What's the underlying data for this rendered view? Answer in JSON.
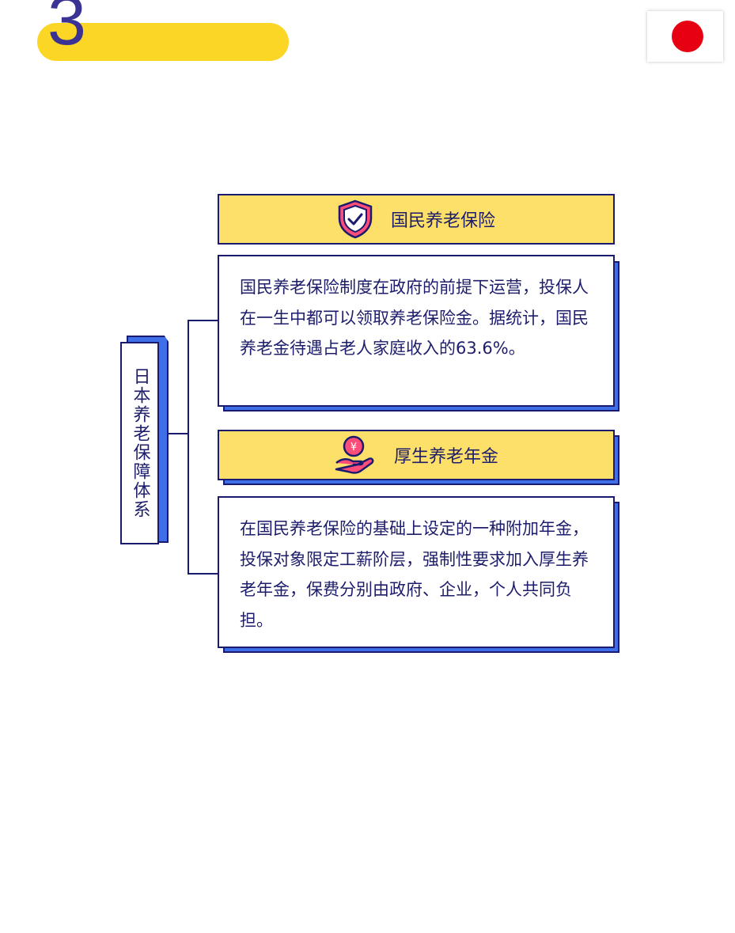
{
  "section": {
    "number": "3"
  },
  "flag": {
    "name": "japan-flag-icon",
    "disc_color": "#e60012"
  },
  "colors": {
    "navy": "#1a1a6e",
    "yellow": "#fde06a",
    "pill_yellow": "#fbd625",
    "blue_shadow": "#3f6fe8"
  },
  "root": {
    "label": "日本养老保障体系"
  },
  "branches": [
    {
      "title": "国民养老保险",
      "icon": "shield-check-icon",
      "text": "国民养老保险制度在政府的前提下运营，投保人在一生中都可以领取养老保险金。据统计，国民养老金待遇占老人家庭收入的63.6%。"
    },
    {
      "title": "厚生养老年金",
      "icon": "hand-yen-coin-icon",
      "text": "在国民养老保险的基础上设定的一种附加年金，投保对象限定工薪阶层，强制性要求加入厚生养老年金，保费分别由政府、企业，个人共同负担。"
    }
  ]
}
